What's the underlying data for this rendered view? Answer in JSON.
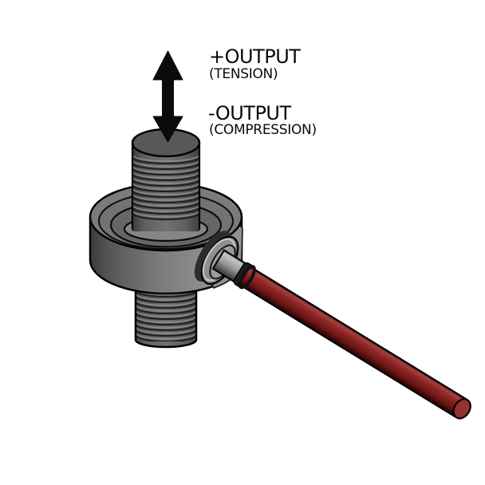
{
  "labels": {
    "tension_output": "+OUTPUT",
    "tension_sub": "(TENSION)",
    "compression_output": "-OUTPUT",
    "compression_sub": "(COMPRESSION)"
  },
  "icons": {
    "arrow": "double-headed-vertical-arrow-icon"
  },
  "colors": {
    "background": "#ffffff",
    "arrow": "#0b0b0b",
    "outline": "#000000",
    "metal_dark": "#3b3b3b",
    "metal_mid": "#7b7b7b",
    "metal_light": "#9d9d9d",
    "top_face": "#7b7b7b",
    "ring_face": "#737373",
    "recess": "#666666",
    "collar": "#868686",
    "stud_top": "#585858",
    "thread_dark": "#212121",
    "thread_light": "#8f8f8f",
    "facet": "#909090",
    "flange": "#8f8f8f",
    "flange_inner": "#9c9c9c",
    "flange_highlight": "#c6c6c6",
    "flange_shadow": "#2d2d2d",
    "connector_light": "#c6c6c6",
    "connector_mid": "#9a9a9a",
    "gland": "#1e1e1e",
    "cable_highlight": "#a34040",
    "cable": "#8b2424",
    "cable_dark": "#3a0707",
    "cable_cap": "#963131"
  }
}
